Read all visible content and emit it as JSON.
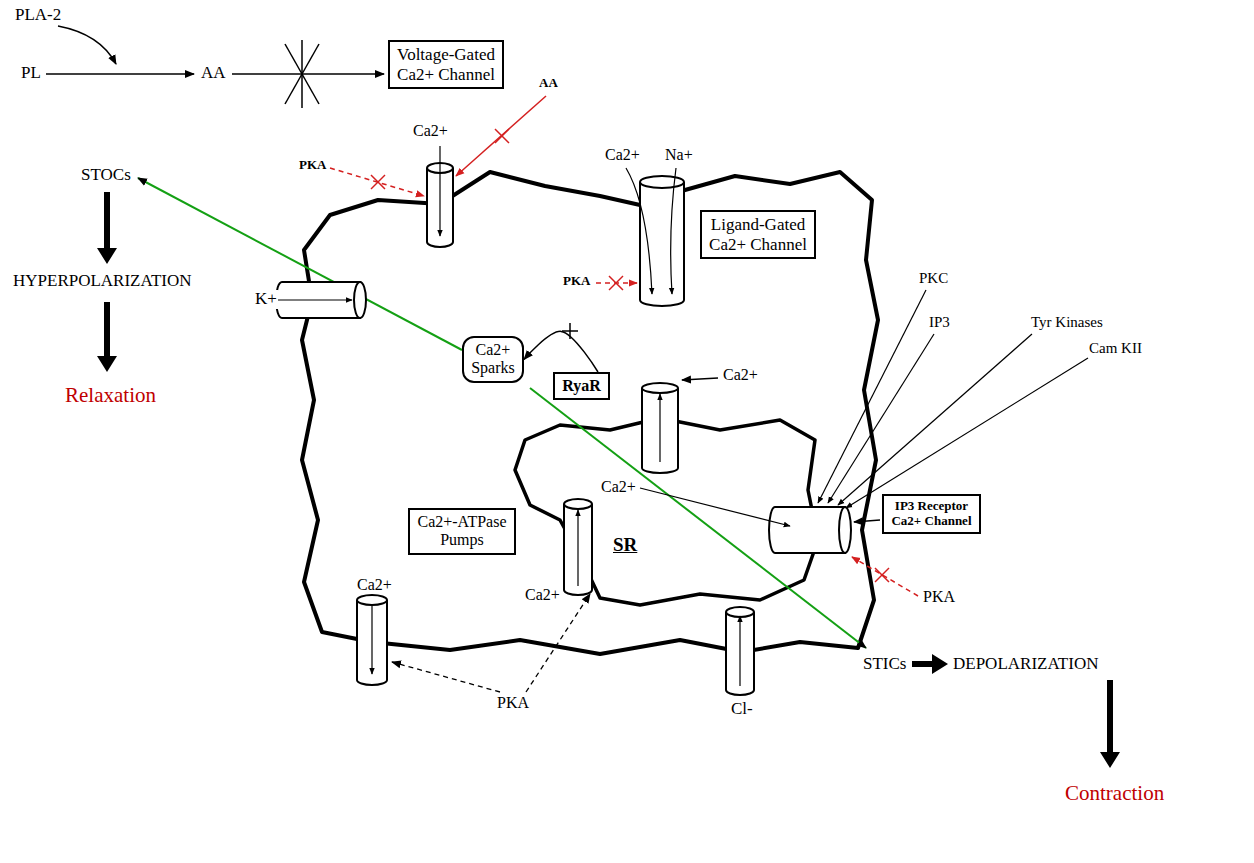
{
  "diagram": {
    "nodes": [
      {
        "text": [
          "Voltage-Gated Ca2+ Channel"
        ]
      },
      {
        "text": [
          "Ligand-Gated Ca2+ Channel"
        ]
      },
      {
        "text": [
          "Ca2+ Sparks"
        ]
      },
      {
        "text": [
          "RyaR"
        ]
      },
      {
        "text": [
          "IP3 Receptor Ca2+ Channel"
        ]
      },
      {
        "text": [
          "Ca2+-ATPase Pumps"
        ]
      }
    ],
    "edges": [
      {
        "from": 3,
        "to": 2,
        "arrow": "to"
      }
    ],
    "labels": [
      "PLA-2",
      "PL",
      "AA",
      "AA",
      "PKA",
      "Ca2+",
      "Ca2+",
      "Na+",
      "STOCs",
      "K+",
      "HYPERPOLARIZATION",
      "Relaxation",
      "PKA",
      "PKC",
      "IP3",
      "Tyr Kinases",
      "Cam KII",
      "Ca2+",
      "Ca2+",
      "SR",
      "PKA",
      "Ca2+",
      "Ca2+",
      "PKA",
      "Cl-",
      "STICs",
      "DEPOLARIZATION",
      "Contraction"
    ]
  }
}
